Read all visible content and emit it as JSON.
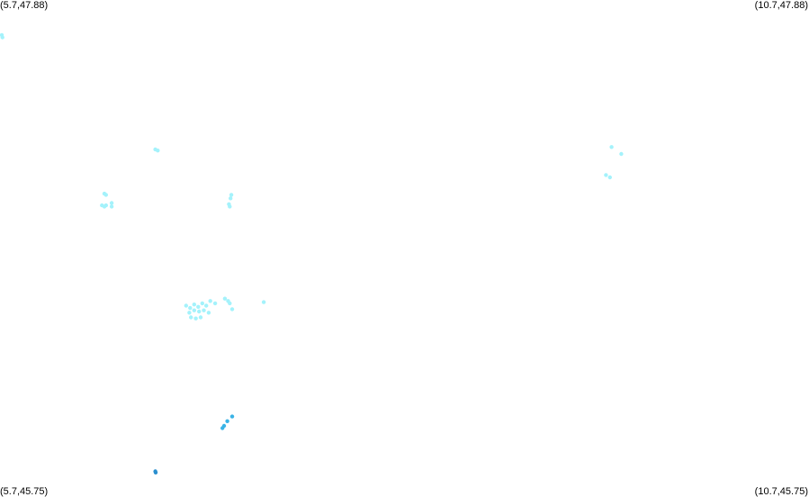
{
  "corner_labels": {
    "top_left": "(5.7,47.88)",
    "top_right": "(10.7,47.88)",
    "bottom_left": "(5.7,45.75)",
    "bottom_right": "(10.7,45.75)"
  },
  "colors": {
    "light": "#a4f2fb",
    "medium": "#3ab3e6",
    "dark": "#2b8fcf"
  },
  "chart_data": {
    "type": "scatter",
    "xlim": [
      5.7,
      10.7
    ],
    "ylim": [
      45.75,
      47.88
    ],
    "series": [
      {
        "color": "light",
        "points": [
          [
            5.7,
            47.73
          ],
          [
            5.715,
            47.72
          ],
          [
            6.66,
            47.24
          ],
          [
            6.675,
            47.235
          ],
          [
            6.345,
            47.05
          ],
          [
            6.355,
            47.045
          ],
          [
            6.33,
            47.0
          ],
          [
            6.345,
            46.995
          ],
          [
            6.355,
            47.0
          ],
          [
            6.39,
            47.01
          ],
          [
            6.39,
            46.995
          ],
          [
            7.13,
            47.045
          ],
          [
            7.125,
            47.03
          ],
          [
            7.115,
            47.005
          ],
          [
            7.12,
            46.995
          ],
          [
            6.85,
            46.57
          ],
          [
            6.875,
            46.56
          ],
          [
            6.9,
            46.575
          ],
          [
            6.925,
            46.565
          ],
          [
            6.95,
            46.58
          ],
          [
            6.975,
            46.57
          ],
          [
            7.0,
            46.59
          ],
          [
            7.03,
            46.58
          ],
          [
            6.87,
            46.54
          ],
          [
            6.9,
            46.55
          ],
          [
            6.93,
            46.545
          ],
          [
            6.96,
            46.55
          ],
          [
            6.99,
            46.54
          ],
          [
            6.88,
            46.52
          ],
          [
            6.91,
            46.515
          ],
          [
            6.94,
            46.52
          ],
          [
            7.09,
            46.6
          ],
          [
            7.11,
            46.59
          ],
          [
            7.12,
            46.58
          ],
          [
            7.135,
            46.555
          ],
          [
            7.33,
            46.585
          ],
          [
            9.48,
            47.25
          ],
          [
            9.54,
            47.22
          ],
          [
            9.445,
            47.13
          ],
          [
            9.47,
            47.12
          ]
        ]
      },
      {
        "color": "medium",
        "points": [
          [
            7.135,
            46.095
          ],
          [
            7.105,
            46.075
          ],
          [
            7.085,
            46.055
          ],
          [
            7.075,
            46.045
          ]
        ]
      },
      {
        "color": "dark",
        "points": [
          [
            6.66,
            45.86
          ],
          [
            6.662,
            45.855
          ]
        ]
      }
    ]
  }
}
